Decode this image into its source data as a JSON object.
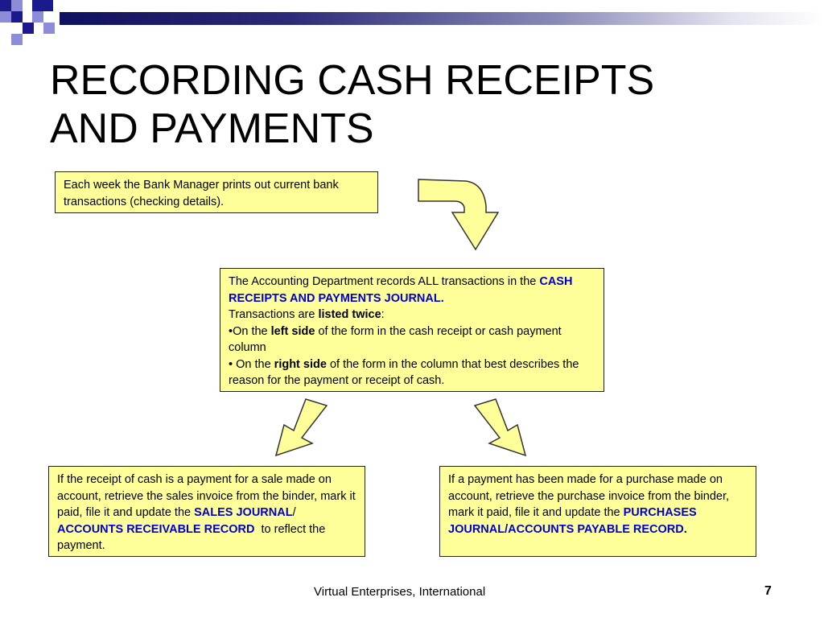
{
  "title": {
    "line1": "RECORDING CASH RECEIPTS",
    "line2": "AND PAYMENTS"
  },
  "box_top": {
    "text": "Each week the Bank Manager prints out current bank transactions (checking details)."
  },
  "box_middle": {
    "p1": "The Accounting Department records ALL transactions in the ",
    "p1_emph": "CASH RECEIPTS AND PAYMENTS JOURNAL.",
    "p2_pre": "Transactions are ",
    "p2_bold": "listed twice",
    "p2_post": ":",
    "b1_pre": "•On the ",
    "b1_bold": "left side",
    "b1_post": " of the form in the cash receipt or cash payment column",
    "b2_pre": "• On the ",
    "b2_bold": "right side",
    "b2_post": " of the form in the column that best describes the reason for the payment or receipt of cash."
  },
  "box_left": {
    "text": "If the receipt of cash is a payment for a sale made on account, retrieve the sales invoice from the binder, mark it paid, file it and update the ",
    "emph1": "SALES JOURNAL",
    "sep": "/ ",
    "emph2": "ACCOUNTS RECEIVABLE RECORD",
    "post": "  to reflect the payment."
  },
  "box_right": {
    "text": "If a payment has been made for a purchase made on account, retrieve the purchase invoice from the binder, mark it paid, file it and update the ",
    "emph1": "PURCHASES JOURNAL",
    "sep": "/",
    "emph2": "ACCOUNTS PAYABLE RECORD",
    "post": "."
  },
  "footer": {
    "text": "Virtual Enterprises, International",
    "page": "7"
  },
  "colors": {
    "box_fill": "#ffff99",
    "emphasis": "#0000cc",
    "decor_dark": "#1a1a8c",
    "decor_light": "#8c8cd8",
    "arrow_fill": "#ffff99"
  }
}
